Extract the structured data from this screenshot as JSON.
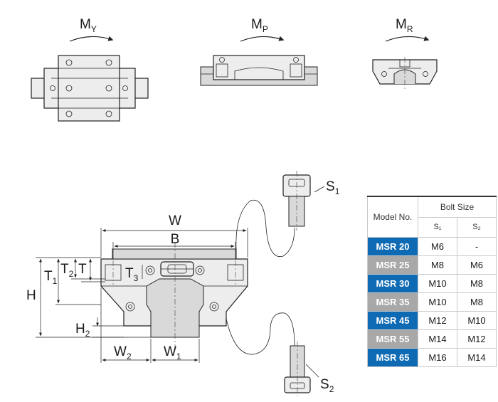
{
  "moment_labels": {
    "my": {
      "main": "M",
      "sub": "Y"
    },
    "mp": {
      "main": "M",
      "sub": "P"
    },
    "mr": {
      "main": "M",
      "sub": "R"
    }
  },
  "dimension_labels": {
    "w": "W",
    "b": "B",
    "h": "H",
    "t1": {
      "main": "T",
      "sub": "1"
    },
    "t2": {
      "main": "T",
      "sub": "2"
    },
    "t": "T",
    "t3": {
      "main": "T",
      "sub": "3"
    },
    "h2": {
      "main": "H",
      "sub": "2"
    },
    "w2": {
      "main": "W",
      "sub": "2"
    },
    "w1": {
      "main": "W",
      "sub": "1"
    },
    "s1": {
      "main": "S",
      "sub": "1"
    },
    "s2": {
      "main": "S",
      "sub": "2"
    }
  },
  "table": {
    "model_header": "Model No.",
    "bolt_header": "Bolt Size",
    "col_s1": "S₁",
    "col_s2": "S₂",
    "rows": [
      {
        "model": "MSR 20",
        "s1": "M6",
        "s2": "-",
        "shade": "blue"
      },
      {
        "model": "MSR 25",
        "s1": "M8",
        "s2": "M6",
        "shade": "gray"
      },
      {
        "model": "MSR 30",
        "s1": "M10",
        "s2": "M8",
        "shade": "blue"
      },
      {
        "model": "MSR 35",
        "s1": "M10",
        "s2": "M8",
        "shade": "gray"
      },
      {
        "model": "MSR 45",
        "s1": "M12",
        "s2": "M10",
        "shade": "blue"
      },
      {
        "model": "MSR 55",
        "s1": "M14",
        "s2": "M12",
        "shade": "gray"
      },
      {
        "model": "MSR 65",
        "s1": "M16",
        "s2": "M14",
        "shade": "blue"
      }
    ]
  }
}
